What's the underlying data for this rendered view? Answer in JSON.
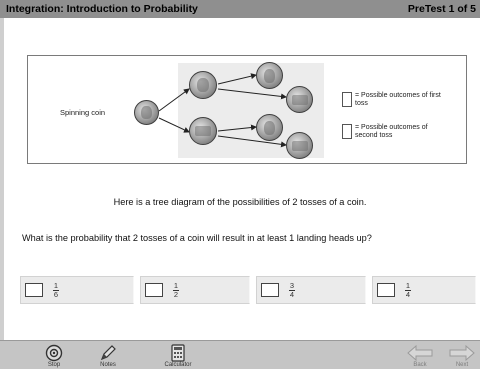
{
  "title_bar": {
    "title": "Integration: Introduction to Probability",
    "progress": "PreTest 1 of 5"
  },
  "diagram": {
    "start_label": "Spinning coin",
    "legend": [
      {
        "text": "= Possible outcomes of first toss"
      },
      {
        "text": "= Possible outcomes of second toss"
      }
    ],
    "coins": [
      {
        "role": "spinning",
        "face": "heads"
      },
      {
        "role": "first-toss",
        "face": "heads"
      },
      {
        "role": "first-toss",
        "face": "tails"
      },
      {
        "role": "second-toss",
        "face": "heads"
      },
      {
        "role": "second-toss",
        "face": "tails"
      },
      {
        "role": "second-toss",
        "face": "heads"
      },
      {
        "role": "second-toss",
        "face": "tails"
      }
    ]
  },
  "question": {
    "intro": "Here is a tree diagram of the possibilities of 2 tosses of a coin.",
    "prompt": "What is the probability that 2 tosses of a coin will result in at least 1 landing heads up?"
  },
  "answers": [
    {
      "numerator": "1",
      "denominator": "6"
    },
    {
      "numerator": "1",
      "denominator": "2"
    },
    {
      "numerator": "3",
      "denominator": "4"
    },
    {
      "numerator": "1",
      "denominator": "4"
    }
  ],
  "toolbar": {
    "stop": "Stop",
    "notes": "Notes",
    "calculator": "Calculator",
    "back": "Back",
    "next": "Next"
  }
}
